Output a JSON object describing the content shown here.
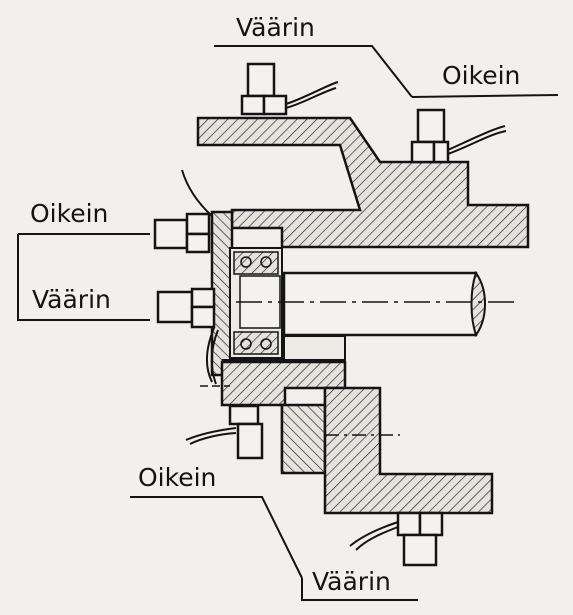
{
  "labels": {
    "top_wrong": "Väärin",
    "top_right": "Oikein",
    "left_right": "Oikein",
    "left_wrong": "Väärin",
    "bottom_right": "Oikein",
    "bottom_wrong": "Väärin"
  },
  "colors": {
    "background": "#f1f0ec",
    "ink": "#141414",
    "part_fill": "#e4e3de"
  },
  "icons": [
    "nut-bolt-icon",
    "wire-lead-icon",
    "hatched-section-icon"
  ]
}
